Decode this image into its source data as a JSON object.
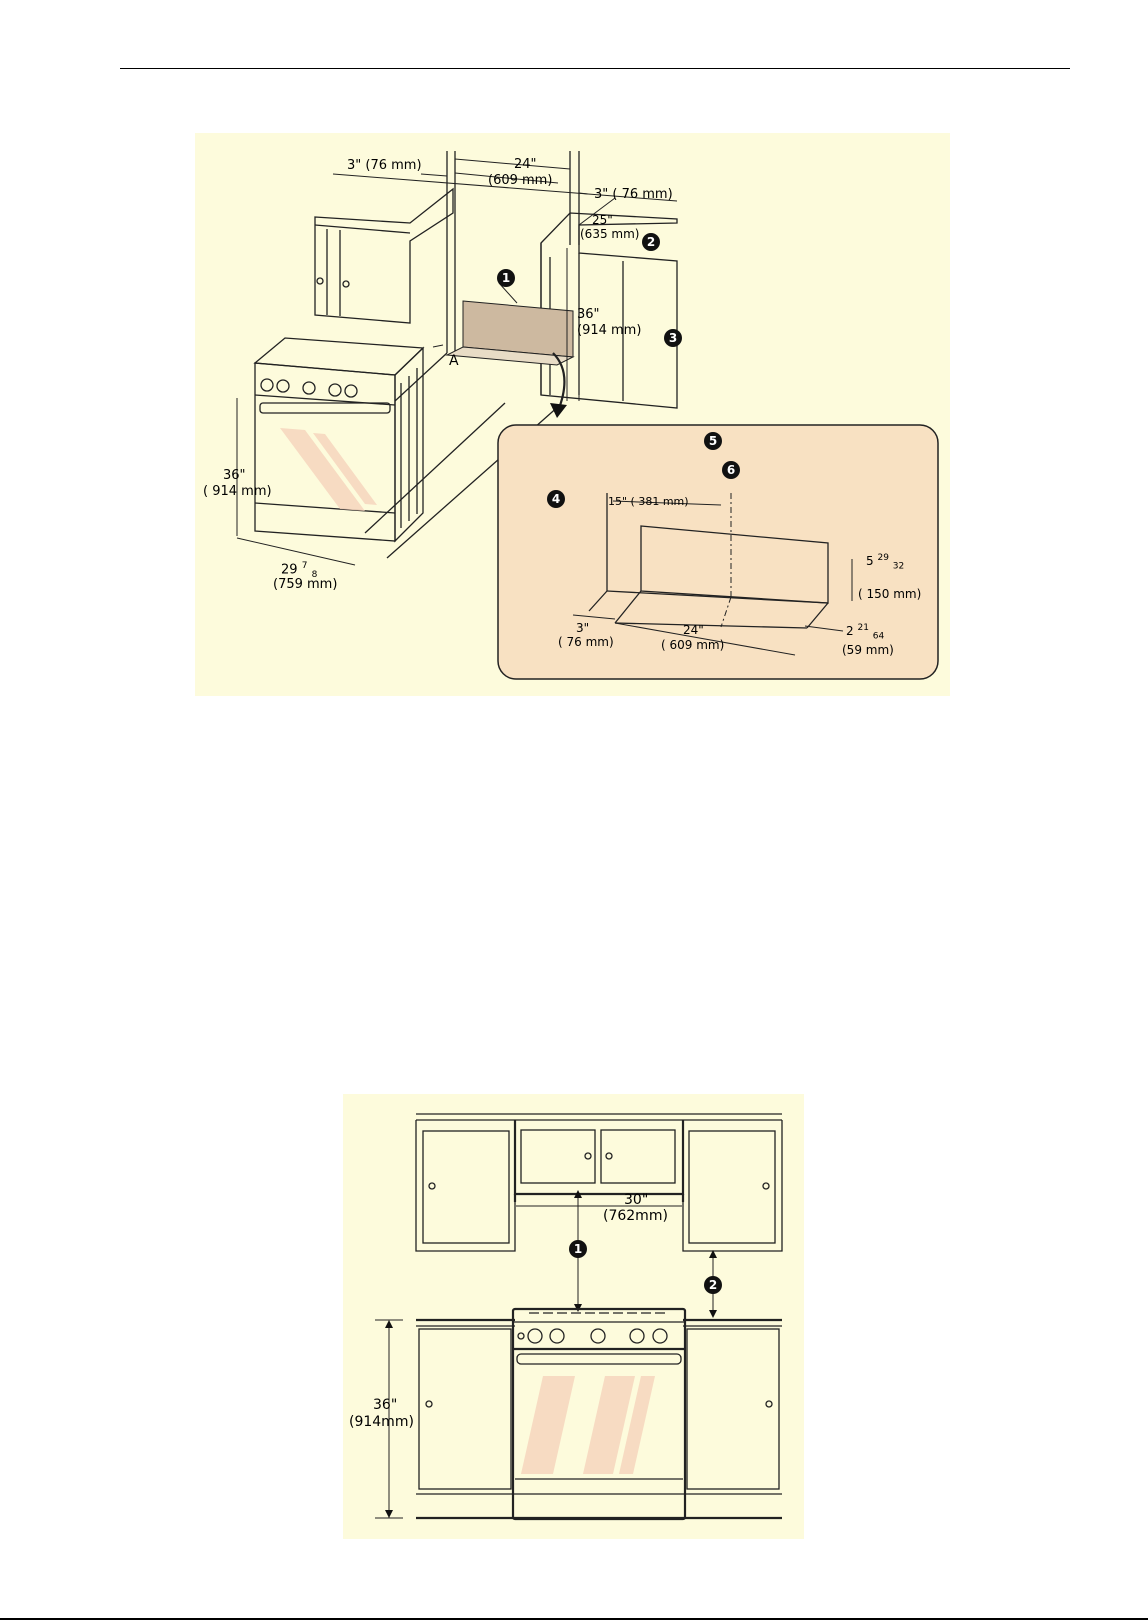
{
  "figure1": {
    "dim_side_top": "3\" (76 mm)",
    "dim_width_in": "24\"",
    "dim_width_mm": "(609 mm)",
    "dim_right_side": "3\" ( 76 mm)",
    "dim_depth_in": "25\"",
    "dim_depth_mm": "(635 mm)",
    "dim_height_in": "36\"",
    "dim_height_mm": "(914 mm)",
    "label_a": "A",
    "range_height_in": "36\"",
    "range_height_mm": "( 914 mm)",
    "range_depth_whole": "29",
    "range_depth_num": "7",
    "range_depth_den": "8",
    "range_depth_mm": "(759 mm)",
    "callouts": [
      "1",
      "2",
      "3",
      "4",
      "5",
      "6"
    ],
    "inset": {
      "dim_offset": "15\" ( 381 mm)",
      "dim_height_whole": "5",
      "dim_height_num": "29",
      "dim_height_den": "32",
      "dim_height_mm": "( 150 mm)",
      "dim_side_in": "3\"",
      "dim_side_mm": "( 76 mm)",
      "dim_width_in": "24\"",
      "dim_width_mm": "( 609 mm)",
      "dim_depth_whole": "2",
      "dim_depth_num": "21",
      "dim_depth_den": "64",
      "dim_depth_mm": "(59 mm)"
    }
  },
  "figure2": {
    "dim_width_in": "30\"",
    "dim_width_mm": "(762mm)",
    "dim_height_in": "36\"",
    "dim_height_mm": "(914mm)",
    "callouts": [
      "1",
      "2"
    ]
  },
  "colors": {
    "panel_bg": "#fdfbdc",
    "inset_bg": "#f8e1c2",
    "floor_plate": "#cdb9a0",
    "glass_stripe": "#f6d5bd"
  }
}
